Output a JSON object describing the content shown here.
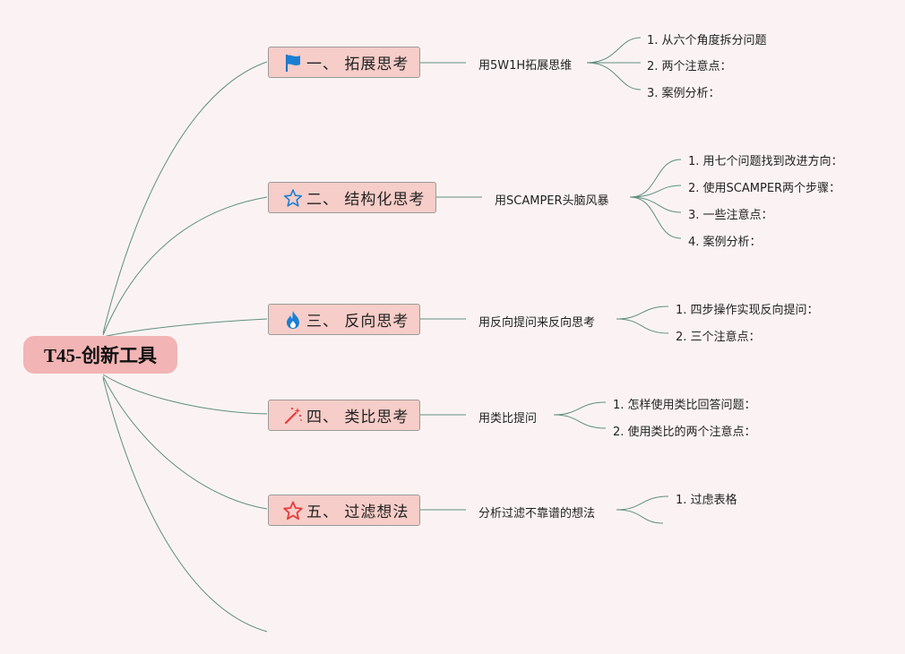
{
  "root": {
    "title": "T45-创新工具"
  },
  "branches": [
    {
      "label": "一、 拓展思考",
      "icon": "flag-icon",
      "sub": "用5W1H拓展思维",
      "leaves": [
        "1. 从六个角度拆分问题",
        "2. 两个注意点：",
        "3. 案例分析："
      ]
    },
    {
      "label": "二、 结构化思考",
      "icon": "star-outline-icon",
      "sub": "用SCAMPER头脑风暴",
      "leaves": [
        "1. 用七个问题找到改进方向：",
        "2. 使用SCAMPER两个步骤：",
        "3. 一些注意点：",
        "4. 案例分析："
      ]
    },
    {
      "label": "三、 反向思考",
      "icon": "flame-icon",
      "sub": "用反向提问来反向思考",
      "leaves": [
        "1. 四步操作实现反向提问：",
        "2. 三个注意点："
      ]
    },
    {
      "label": "四、 类比思考",
      "icon": "magic-wand-icon",
      "sub": "用类比提问",
      "leaves": [
        "1. 怎样使用类比回答问题：",
        "2. 使用类比的两个注意点："
      ]
    },
    {
      "label": "五、 过滤想法",
      "icon": "star-red-icon",
      "sub": "分析过滤不靠谱的想法",
      "leaves": [
        "1. 过虑表格",
        ""
      ]
    }
  ],
  "colors": {
    "background": "#fbf3f3",
    "root_fill": "#f2b4b4",
    "branch_fill": "#f6cdc8",
    "connector": "#5f8f80"
  }
}
